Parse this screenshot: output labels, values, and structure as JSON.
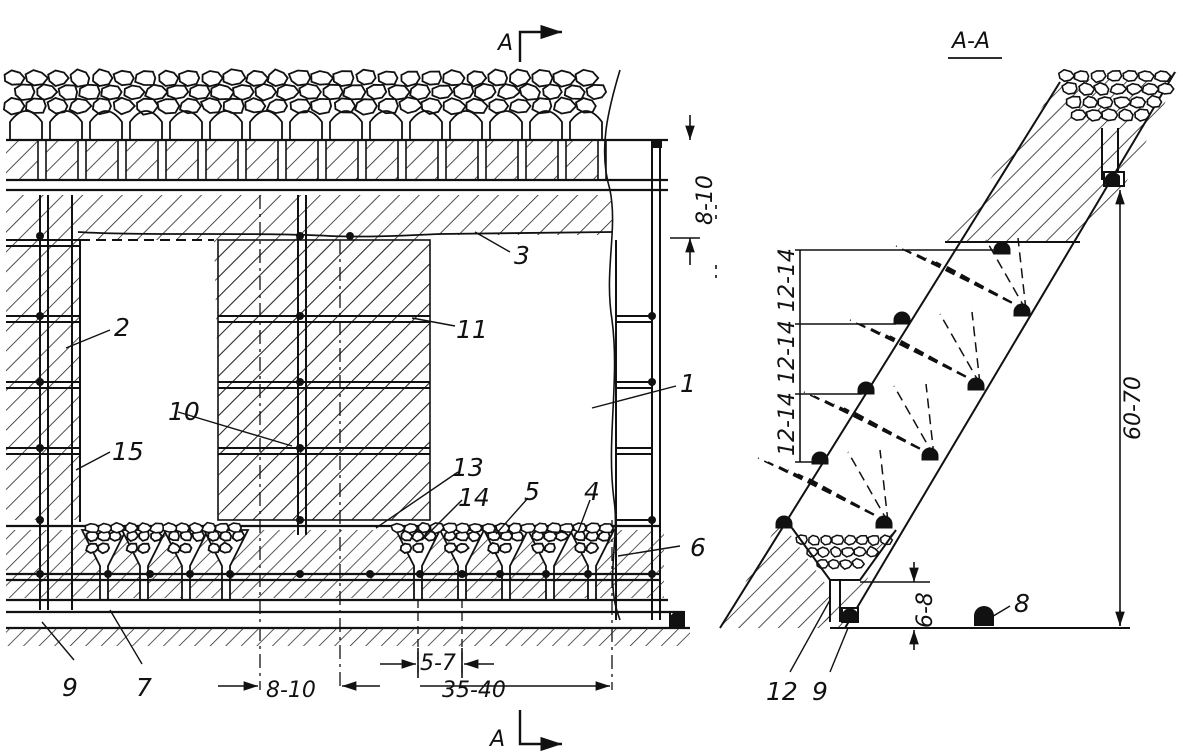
{
  "main_view": {
    "section_mark_top": "A",
    "section_mark_bottom": "A",
    "dimensions": {
      "right_height": "8-10",
      "left_width": "8-10",
      "chamber_width": "35-40",
      "funnel_spacing": "5-7"
    },
    "labels": {
      "n1": "1",
      "n2": "2",
      "n3": "3",
      "n4": "4",
      "n5": "5",
      "n6": "6",
      "n7": "7",
      "n9": "9",
      "n10": "10",
      "n11": "11",
      "n13": "13",
      "n14": "14",
      "n15": "15"
    }
  },
  "section_view": {
    "title": "A-A",
    "dimensions": {
      "spacing_1": "12-14",
      "spacing_2": "12-14",
      "spacing_3": "12-14",
      "total_height": "60-70",
      "bottom_offset": "6-8"
    },
    "labels": {
      "n8": "8",
      "n9": "9",
      "n12": "12"
    }
  },
  "colors": {
    "ink": "#111111",
    "paper": "#ffffff"
  }
}
